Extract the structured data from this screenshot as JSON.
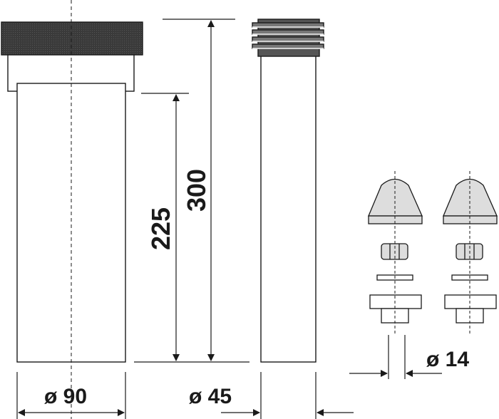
{
  "dimensions": {
    "length_total": "300",
    "length_tube": "225",
    "diameter_large": "ø 90",
    "diameter_small": "ø 45",
    "diameter_bolt": "ø 14"
  },
  "colors": {
    "line": "#1a1a1a",
    "cap_fill": "#444444",
    "nut_fill": "#dddddd",
    "background": "#ffffff"
  }
}
